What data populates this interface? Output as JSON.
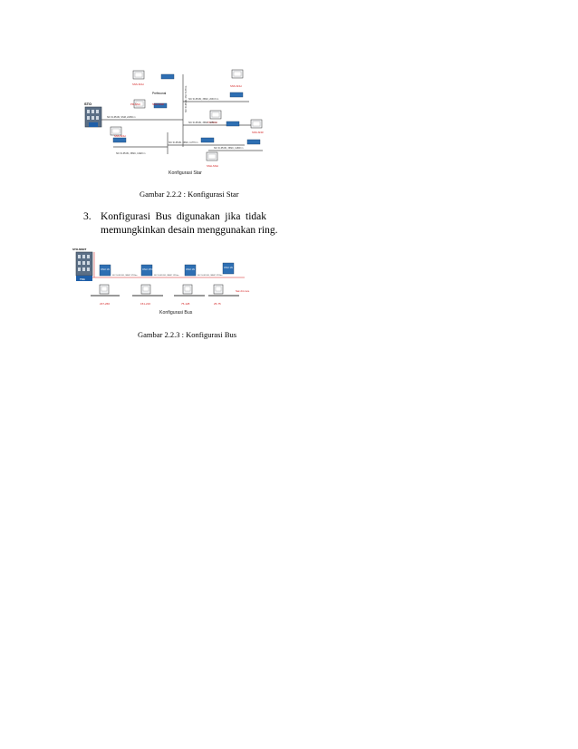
{
  "figure_star": {
    "title": "Konfigurasi Star",
    "center_label": "Prefeconal",
    "hub_label": "STO",
    "caption": "Gambar 2.2.2 : Konfigurasi Star",
    "red_labels": [
      "SNS-SNH",
      "PR-NNU",
      "SNH-NNR",
      "SNS-SNH",
      "TG-SNH",
      "SNS-SNR",
      "SNS-SNH",
      "SNH-SNH"
    ],
    "link_labels": [
      "SIC SI-6515J, SNM, 22450 m",
      "SIC SI-6515J, 36MC, 2030.6 m",
      "SIC SI-6515J, 36MC, 3856 m",
      "SIC SI-6515J, 36MC, 11770 m",
      "SIC SI-6515J, 36MC, 11800 m",
      "SIC SI-6515J, 36MC, 11920 m",
      "SIC SI-6515J, 3NC 517B m"
    ]
  },
  "list_item": {
    "number": "3.",
    "line1": "Konfigurasi Bus digunakan jika tidak",
    "line2": "memungkinkan desain menggunakan ring."
  },
  "figure_bus": {
    "title": "Konfigurasi Bus",
    "hub_label": "STO-NSNT",
    "hub_tag": "TSG",
    "node_labels": [
      "ONU 1N",
      "ONU 1TN",
      "ONU 1N",
      "ONU 1N"
    ],
    "link_labels": [
      "SIC SI-6515J, 36MC 3720m",
      "SIC SI-6515J, 36MC 1210m",
      "SIC SI-6515J, 36MC 3720m"
    ],
    "bottom_labels": [
      "237-266",
      "151-216",
      "75-128",
      "25-75"
    ],
    "side_label": "Sat 24 core",
    "caption": "Gambar 2.2.3 : Konfigurasi Bus"
  }
}
